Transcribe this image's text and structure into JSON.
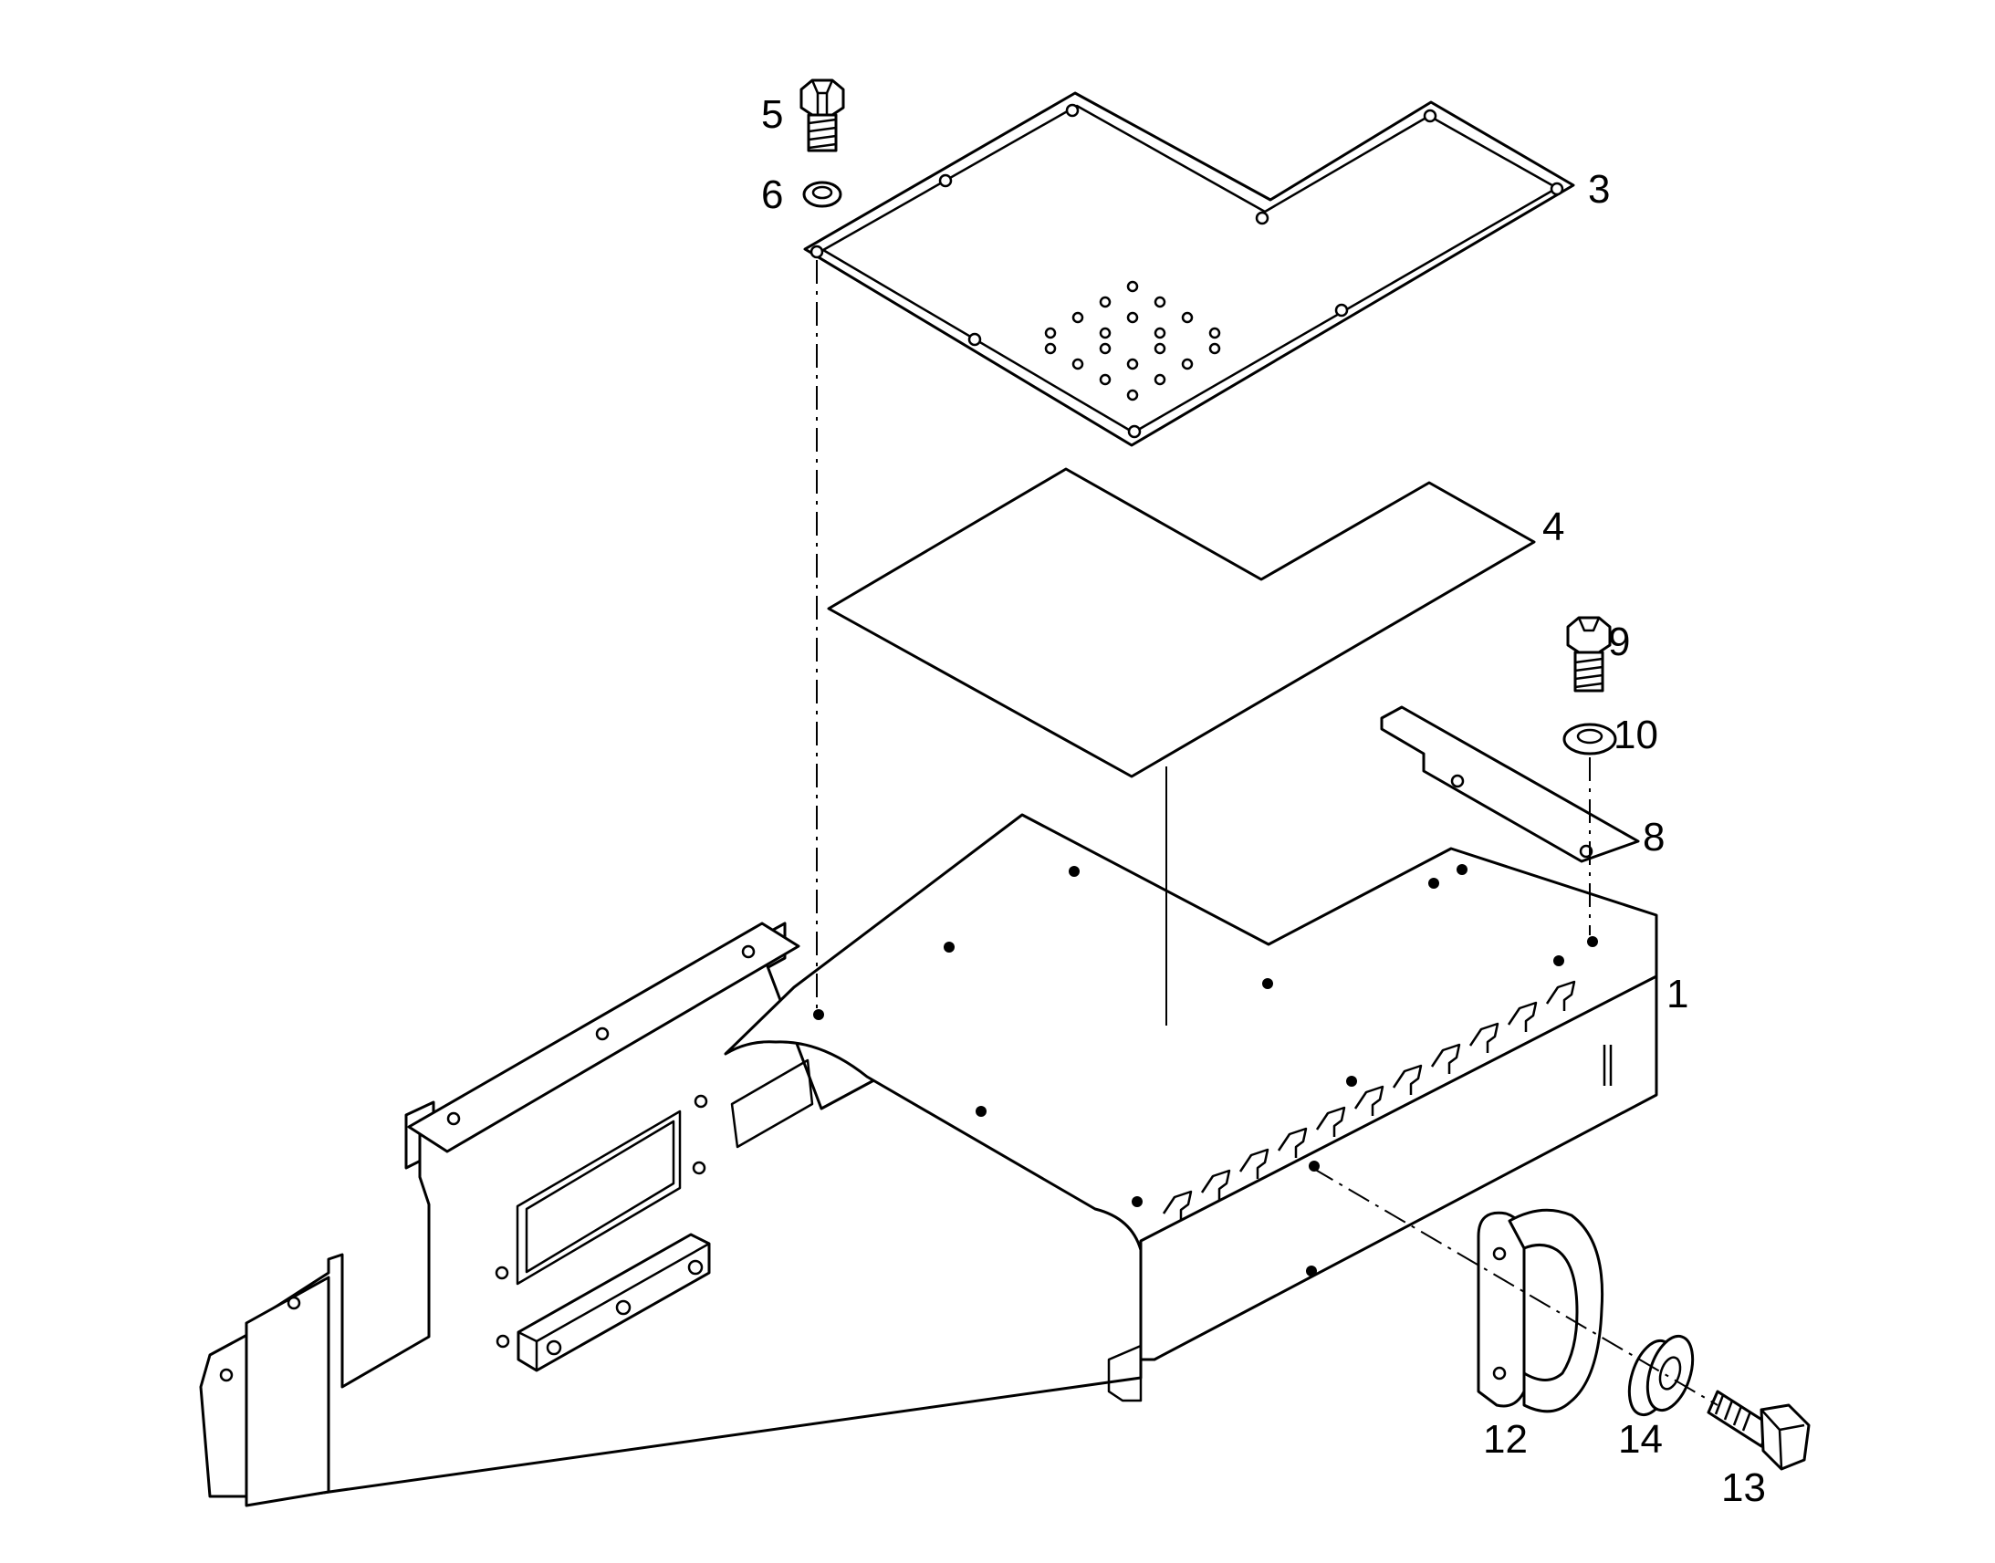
{
  "colors": {
    "line": "#000000",
    "background": "#ffffff"
  },
  "callouts": {
    "p1": "1",
    "p3": "3",
    "p4": "4",
    "p5": "5",
    "p6": "6",
    "p8": "8",
    "p9": "9",
    "p10": "10",
    "p12": "12",
    "p13": "13",
    "p14": "14"
  }
}
